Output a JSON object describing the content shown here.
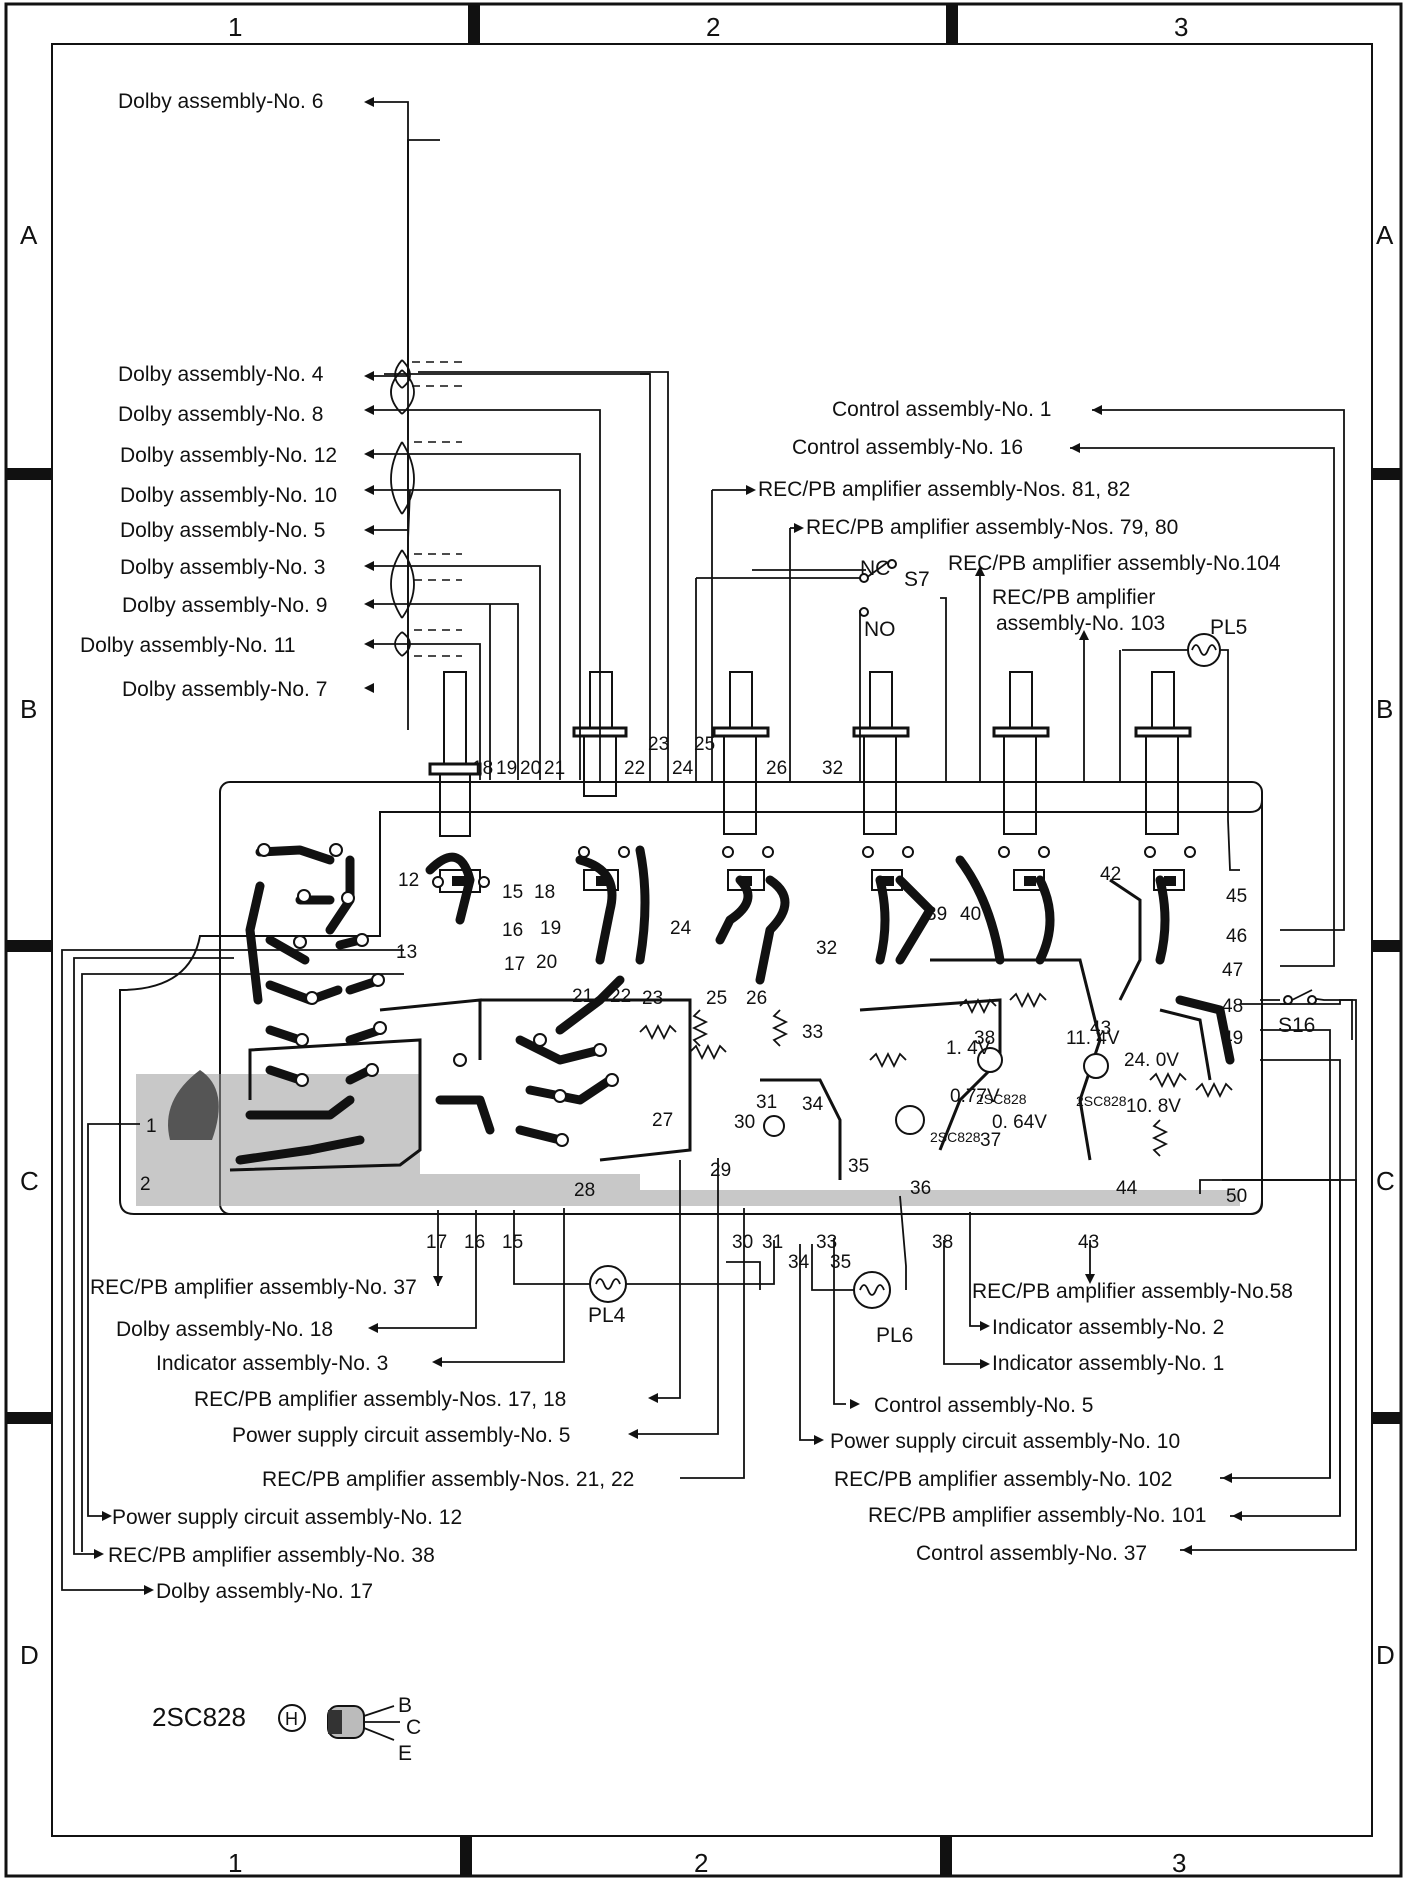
{
  "grid": {
    "columns": [
      "1",
      "2",
      "3"
    ],
    "rows": [
      "A",
      "B",
      "C",
      "D"
    ]
  },
  "labels": {
    "dolby6": "Dolby assembly-No. 6",
    "dolby4": "Dolby assembly-No. 4",
    "dolby8": "Dolby assembly-No. 8",
    "dolby12": "Dolby assembly-No. 12",
    "dolby10": "Dolby assembly-No. 10",
    "dolby5": "Dolby assembly-No. 5",
    "dolby3": "Dolby assembly-No. 3",
    "dolby9": "Dolby assembly-No. 9",
    "dolby11": "Dolby assembly-No. 11",
    "dolby7": "Dolby assembly-No. 7",
    "ctrl1": "Control assembly-No. 1",
    "ctrl16": "Control assembly-No. 16",
    "rec8182": "REC/PB amplifier assembly-Nos. 81, 82",
    "rec7980": "REC/PB amplifier assembly-Nos. 79, 80",
    "rec104": "REC/PB amplifier assembly-No.104",
    "rec103a": "REC/PB amplifier",
    "rec103b": "assembly-No. 103",
    "rec37": "REC/PB amplifier assembly-No. 37",
    "dolby18": "Dolby assembly-No. 18",
    "ind3": "Indicator assembly-No. 3",
    "rec1718": "REC/PB amplifier assembly-Nos. 17, 18",
    "ps5": "Power supply circuit assembly-No. 5",
    "rec2122": "REC/PB amplifier assembly-Nos. 21, 22",
    "ps12": "Power supply circuit assembly-No. 12",
    "rec38": "REC/PB amplifier assembly-No. 38",
    "dolby17": "Dolby assembly-No. 17",
    "rec58": "REC/PB amplifier assembly-No.58",
    "ind2": "Indicator assembly-No. 2",
    "ind1": "Indicator assembly-No. 1",
    "ctrl5": "Control assembly-No. 5",
    "ps10": "Power supply circuit assembly-No. 10",
    "rec102": "REC/PB amplifier assembly-No. 102",
    "rec101": "REC/PB amplifier assembly-No. 101",
    "ctrl37": "Control assembly-No. 37"
  },
  "switches": {
    "s7": "S7",
    "nc": "NC",
    "no": "NO",
    "s16": "S16"
  },
  "lamps": {
    "pl4": "PL4",
    "pl5": "PL5",
    "pl6": "PL6"
  },
  "terminals": {
    "top": [
      "18",
      "19",
      "20",
      "21",
      "22",
      "23",
      "24",
      "25",
      "26",
      "32"
    ],
    "bottom": [
      "17",
      "16",
      "15",
      "30",
      "31",
      "33",
      "34",
      "35",
      "38",
      "43"
    ],
    "board": [
      "1",
      "2",
      "12",
      "13",
      "15",
      "16",
      "17",
      "18",
      "19",
      "20",
      "21",
      "22",
      "23",
      "24",
      "25",
      "26",
      "27",
      "28",
      "29",
      "30",
      "31",
      "32",
      "33",
      "34",
      "35",
      "36",
      "37",
      "38",
      "39",
      "40",
      "42",
      "43",
      "44",
      "45",
      "46",
      "47",
      "48",
      "49",
      "50"
    ]
  },
  "components": {
    "q602": "2SC828",
    "q603": "2SC828",
    "q601": "2SC828",
    "v1": "24. 0V",
    "v2": "0. 64V",
    "v3": "10. 8V",
    "v4": "11. 4V",
    "v5": "1. 4V",
    "v6": "0.77V"
  },
  "legend": {
    "transistor": "2SC828",
    "suffix": "H",
    "pins": [
      "B",
      "C",
      "E"
    ]
  }
}
